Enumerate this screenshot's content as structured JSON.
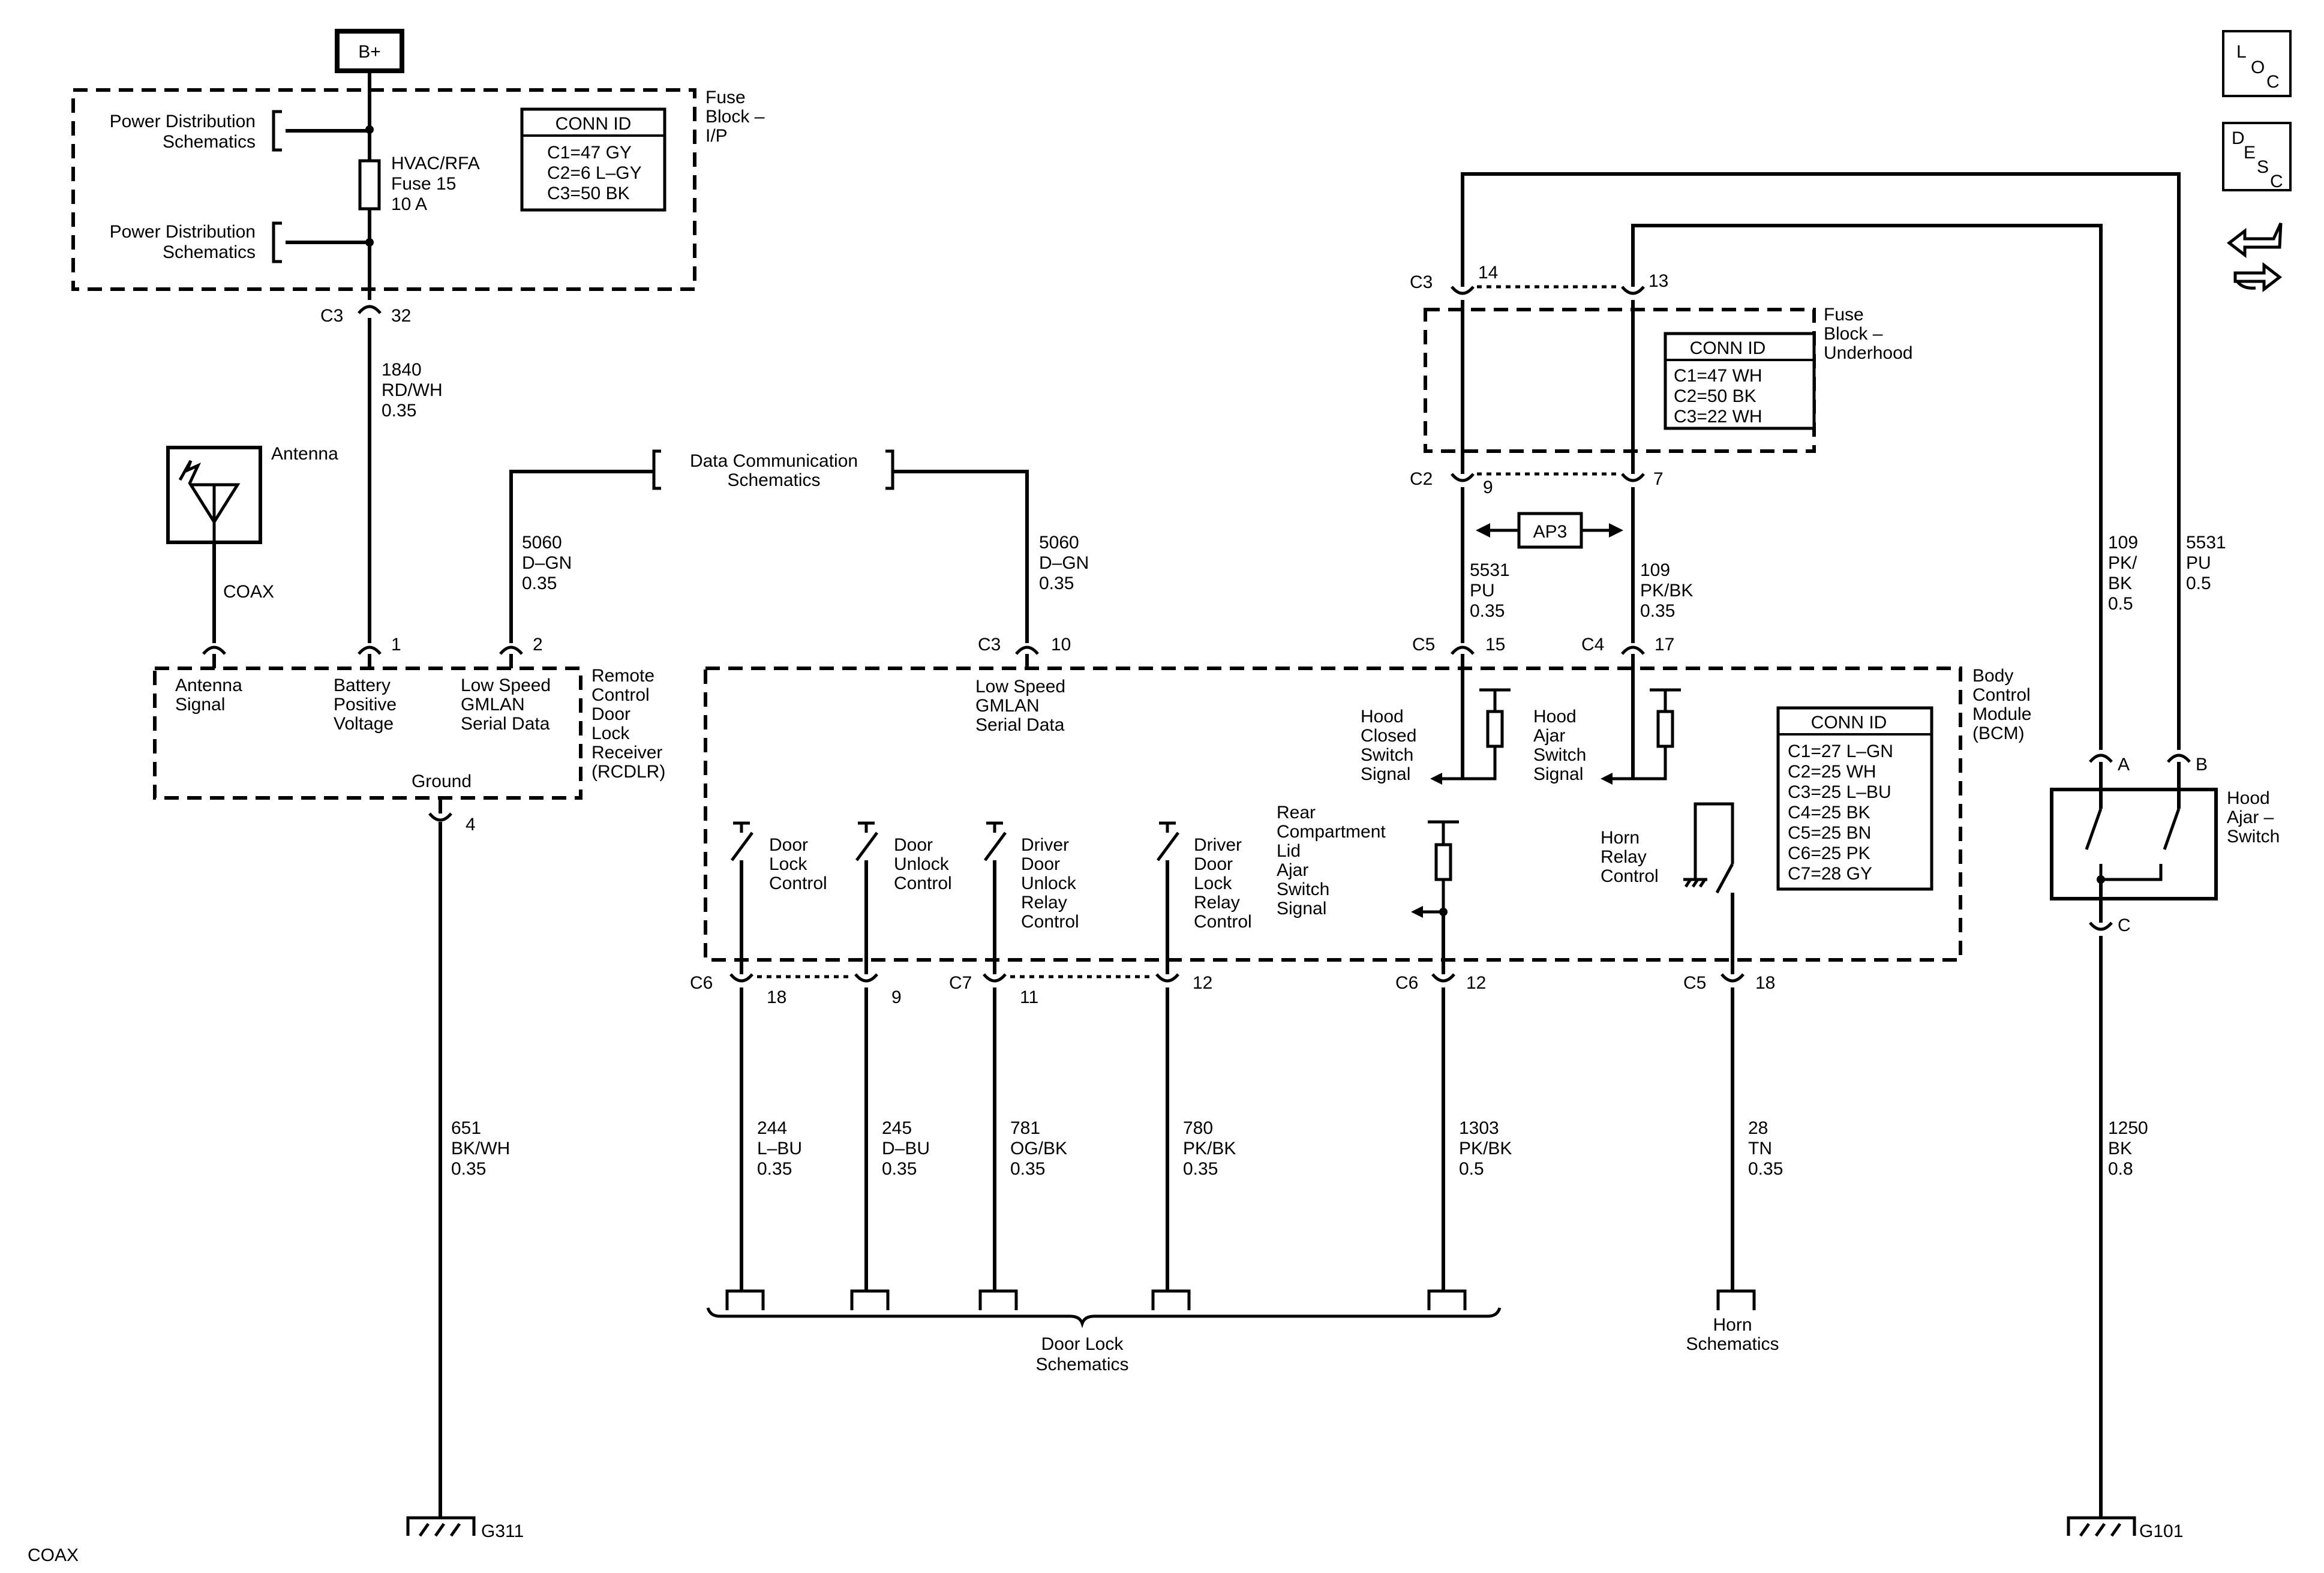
{
  "corner_label": "COAX",
  "nav": {
    "loc": [
      "L",
      "O",
      "C"
    ],
    "desc": [
      "D",
      "E",
      "S",
      "C"
    ],
    "back_icon": "back-arrow-icon"
  },
  "power": {
    "b_plus": "B+"
  },
  "fuse_block_ip": {
    "title": [
      "Fuse",
      "Block –",
      "I/P"
    ],
    "power_dist_1": [
      "Power Distribution",
      "Schematics"
    ],
    "power_dist_2": [
      "Power Distribution",
      "Schematics"
    ],
    "fuse": [
      "HVAC/RFA",
      "Fuse 15",
      "10 A"
    ],
    "conn_id": {
      "title": "CONN ID",
      "lines": [
        "C1=47 GY",
        "C2=6 L–GY",
        "C3=50 BK"
      ]
    },
    "connector": "C3",
    "pin": "32"
  },
  "fuse_block_underhood": {
    "title": [
      "Fuse",
      "Block –",
      "Underhood"
    ],
    "conn_id": {
      "title": "CONN ID",
      "lines": [
        "C1=47 WH",
        "C2=50 BK",
        "C3=22 WH"
      ]
    },
    "top_connector": "C3",
    "top_pins": [
      "14",
      "13"
    ],
    "bottom_connector": "C2",
    "bottom_pins": [
      "9",
      "7"
    ],
    "ap3": "AP3"
  },
  "wires": {
    "w1840": [
      "1840",
      "RD/WH",
      "0.35"
    ],
    "w5060_left": [
      "5060",
      "D–GN",
      "0.35"
    ],
    "w5060_right": [
      "5060",
      "D–GN",
      "0.35"
    ],
    "w5531_inner": [
      "5531",
      "PU",
      "0.35"
    ],
    "w109_inner": [
      "109",
      "PK/BK",
      "0.35"
    ],
    "w109_outer": [
      "109",
      "PK/",
      "BK",
      "0.5"
    ],
    "w5531_outer": [
      "5531",
      "PU",
      "0.5"
    ],
    "w651": [
      "651",
      "BK/WH",
      "0.35"
    ],
    "w244": [
      "244",
      "L–BU",
      "0.35"
    ],
    "w245": [
      "245",
      "D–BU",
      "0.35"
    ],
    "w781": [
      "781",
      "OG/BK",
      "0.35"
    ],
    "w780": [
      "780",
      "PK/BK",
      "0.35"
    ],
    "w1303": [
      "1303",
      "PK/BK",
      "0.5"
    ],
    "w28": [
      "28",
      "TN",
      "0.35"
    ],
    "w1250": [
      "1250",
      "BK",
      "0.8"
    ],
    "coax": "COAX"
  },
  "data_comm": [
    "Data Communication",
    "Schematics"
  ],
  "antenna": {
    "label": "Antenna"
  },
  "rcdlr": {
    "title": [
      "Remote",
      "Control",
      "Door",
      "Lock",
      "Receiver",
      "(RCDLR)"
    ],
    "antenna_signal": [
      "Antenna",
      "Signal"
    ],
    "battery": [
      "Battery",
      "Positive",
      "Voltage"
    ],
    "gmlan": [
      "Low Speed",
      "GMLAN",
      "Serial Data"
    ],
    "ground": "Ground",
    "pins": [
      "1",
      "2",
      "4"
    ]
  },
  "bcm": {
    "title": [
      "Body",
      "Control",
      "Module",
      "(BCM)"
    ],
    "gmlan": [
      "Low Speed",
      "GMLAN",
      "Serial Data"
    ],
    "gmlan_conn": "C3",
    "gmlan_pin": "10",
    "hood_closed": [
      "Hood",
      "Closed",
      "Switch",
      "Signal"
    ],
    "hood_ajar": [
      "Hood",
      "Ajar",
      "Switch",
      "Signal"
    ],
    "c5_conn": "C5",
    "c5_pin": "15",
    "c4_conn": "C4",
    "c4_pin": "17",
    "door_lock": [
      "Door",
      "Lock",
      "Control"
    ],
    "door_unlock": [
      "Door",
      "Unlock",
      "Control"
    ],
    "driver_unlock": [
      "Driver",
      "Door",
      "Unlock",
      "Relay",
      "Control"
    ],
    "driver_lock": [
      "Driver",
      "Door",
      "Lock",
      "Relay",
      "Control"
    ],
    "rear_lid": [
      "Rear",
      "Compartment",
      "Lid",
      "Ajar",
      "Switch",
      "Signal"
    ],
    "horn_relay": [
      "Horn",
      "Relay",
      "Control"
    ],
    "conn_id": {
      "title": "CONN ID",
      "lines": [
        "C1=27 L–GN",
        "C2=25 WH",
        "C3=25 L–BU",
        "C4=25 BK",
        "C5=25 BN",
        "C6=25 PK",
        "C7=28 GY"
      ]
    },
    "bottom": {
      "c6": "C6",
      "c6_pins": [
        "18",
        "9"
      ],
      "c7": "C7",
      "c7_pins": [
        "11",
        "12"
      ],
      "c6b": "C6",
      "c6b_pin": "12",
      "c5": "C5",
      "c5_pin": "18"
    }
  },
  "hood_switch": {
    "title": [
      "Hood",
      "Ajar –",
      "Switch"
    ],
    "pins": [
      "A",
      "B",
      "C"
    ]
  },
  "door_lock_schematics": [
    "Door Lock",
    "Schematics"
  ],
  "horn_schematics": [
    "Horn",
    "Schematics"
  ],
  "grounds": {
    "g311": "G311",
    "g101": "G101"
  }
}
